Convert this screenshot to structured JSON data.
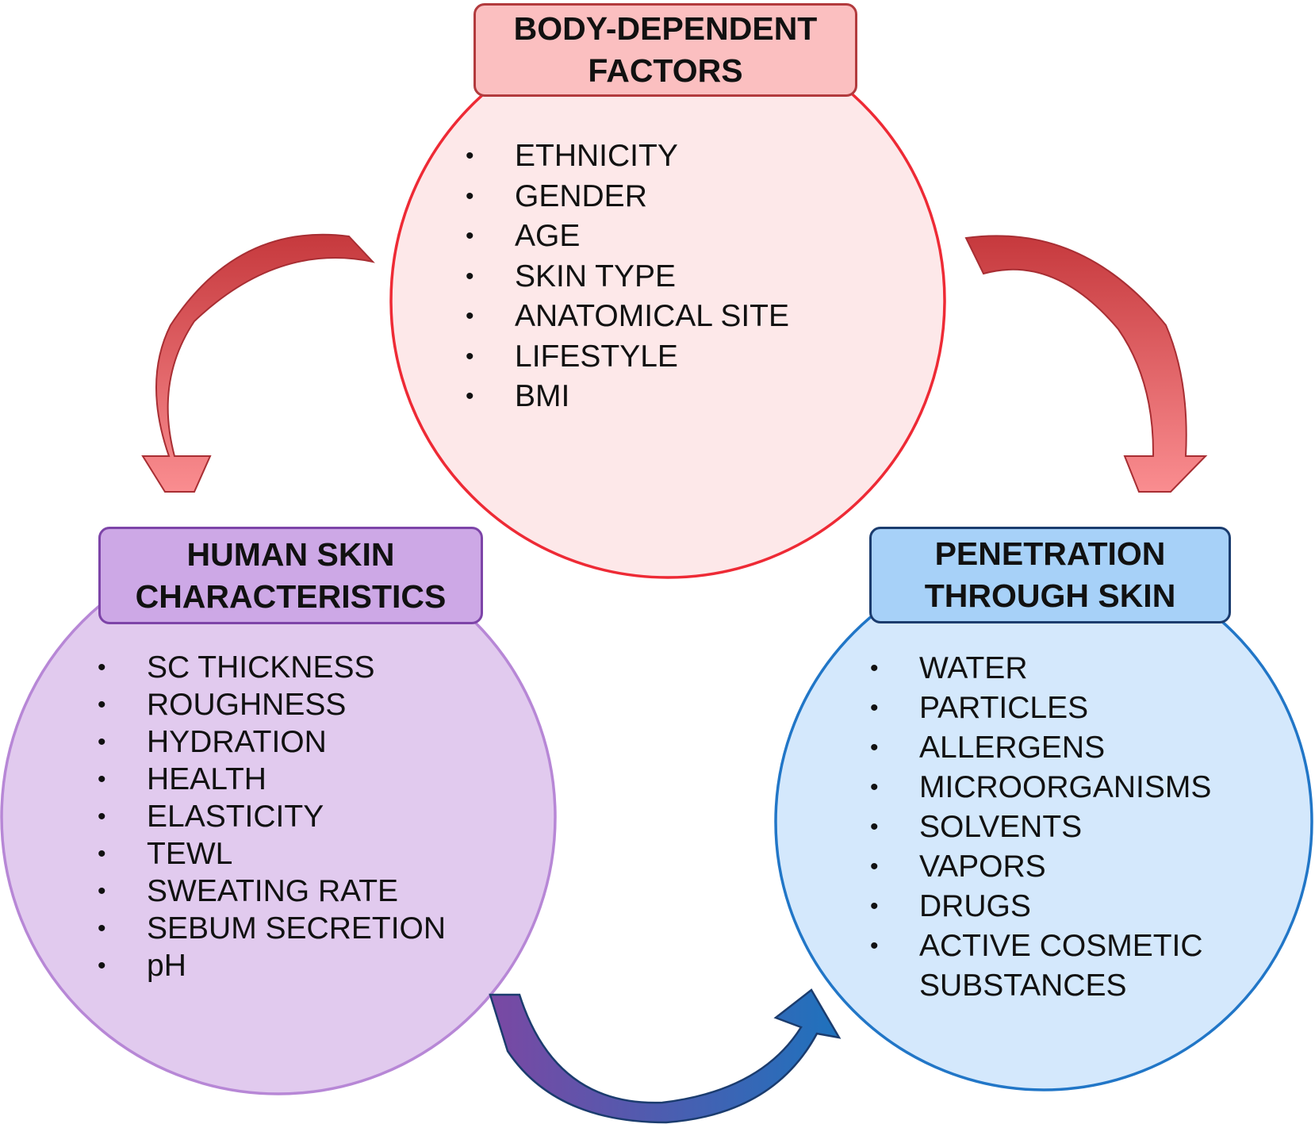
{
  "colors": {
    "body_fill": "#fde8e9",
    "body_stroke": "#ee2a35",
    "body_title_fill": "#fbbfc0",
    "body_title_stroke": "#b23a3d",
    "skin_fill": "#e1caee",
    "skin_stroke": "#b787d6",
    "skin_title_fill": "#cda8e6",
    "skin_title_stroke": "#7d44a8",
    "pen_fill": "#d4e8fc",
    "pen_stroke": "#2176c7",
    "pen_title_fill": "#a7d1f8",
    "pen_title_stroke": "#1b3c6e",
    "arrow_red_dark": "#c2373b",
    "arrow_red_light": "#f98589",
    "arrow_purple": "#7a48a3",
    "arrow_blue": "#1e72bd"
  },
  "icons": [
    "curved-arrow-icon"
  ],
  "body": {
    "title_lines": [
      "BODY-DEPENDENT",
      "FACTORS"
    ],
    "items": [
      "ETHNICITY",
      "GENDER",
      "AGE",
      "SKIN TYPE",
      "ANATOMICAL SITE",
      "LIFESTYLE",
      "BMI"
    ]
  },
  "skin": {
    "title_lines": [
      "HUMAN SKIN",
      "CHARACTERISTICS"
    ],
    "items": [
      "SC THICKNESS",
      "ROUGHNESS",
      "HYDRATION",
      "HEALTH",
      "ELASTICITY",
      "TEWL",
      "SWEATING RATE",
      "SEBUM SECRETION",
      "pH"
    ]
  },
  "pen": {
    "title_lines": [
      "PENETRATION",
      "THROUGH SKIN"
    ],
    "items": [
      "WATER",
      "PARTICLES",
      "ALLERGENS",
      "MICROORGANISMS",
      "SOLVENTS",
      "VAPORS",
      "DRUGS",
      "ACTIVE COSMETIC SUBSTANCES"
    ]
  }
}
